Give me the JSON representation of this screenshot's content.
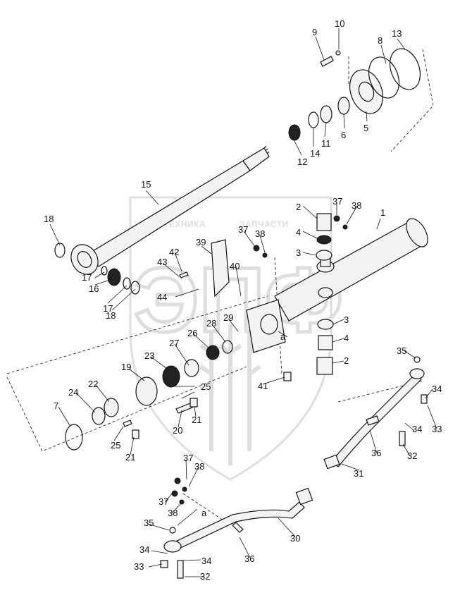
{
  "diagram": {
    "watermark": {
      "brand_top": "ТЕХНИКА",
      "brand_right": "ЗАПЧАСТИ",
      "logo_letters": "ЭПФ",
      "color": "#c4c4c4"
    },
    "labels": [
      "9",
      "10",
      "8",
      "13",
      "5",
      "6",
      "11",
      "14",
      "12",
      "15",
      "18",
      "17",
      "16",
      "17",
      "18",
      "1",
      "2",
      "37",
      "38",
      "37",
      "38",
      "4",
      "3",
      "39",
      "42",
      "43",
      "44",
      "40",
      "3",
      "4",
      "a",
      "2",
      "28",
      "29",
      "26",
      "27",
      "23",
      "19",
      "22",
      "24",
      "25",
      "25",
      "7",
      "21",
      "20",
      "21",
      "41",
      "35",
      "34",
      "34",
      "33",
      "36",
      "31",
      "32",
      "37",
      "38",
      "37",
      "38",
      "a",
      "35",
      "30",
      "34",
      "36",
      "33",
      "34",
      "32"
    ]
  }
}
